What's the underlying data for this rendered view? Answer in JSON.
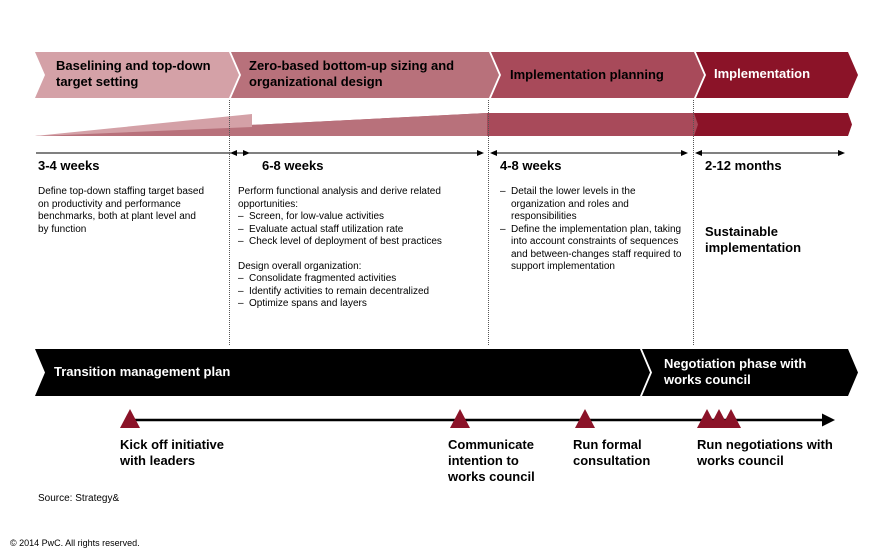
{
  "phases": [
    {
      "title": "Baselining and top-down target setting",
      "color": "#d4a1a7"
    },
    {
      "title": "Zero-based bottom-up sizing and organizational design",
      "color": "#b8717b"
    },
    {
      "title": "Implementation planning",
      "color": "#a84a5a"
    },
    {
      "title": "Implementation",
      "color": "#8b1328"
    }
  ],
  "durations": [
    "3-4 weeks",
    "6-8 weeks",
    "4-8 weeks",
    "2-12 months"
  ],
  "col1": {
    "text": "Define top-down staffing target based on productivity and performance benchmarks, both at plant level and by function"
  },
  "col2": {
    "intro": "Perform functional analysis and derive related opportunities:",
    "items1": [
      "Screen, for low-value activities",
      "Evaluate actual staff utilization rate",
      "Check level of deployment of best practices"
    ],
    "intro2": "Design overall organization:",
    "items2": [
      "Consolidate fragmented activities",
      "Identify activities to remain decentralized",
      "Optimize spans and layers"
    ]
  },
  "col3": {
    "items": [
      "Detail the lower levels in the organization and roles and responsibilities",
      "Define the implementation plan, taking into account constraints of sequences and between-changes staff required to support implementation"
    ]
  },
  "col4": {
    "text": "Sustainable implementation"
  },
  "bottom_bar": {
    "left": "Transition management plan",
    "right": "Negotiation phase with works council"
  },
  "milestones": [
    {
      "label": "Kick off initiative with leaders"
    },
    {
      "label": "Communicate intention to works council"
    },
    {
      "label": "Run formal consultation"
    },
    {
      "label": "Run negotiations with works council"
    }
  ],
  "source": "Source: Strategy&",
  "copyright": "© 2014 PwC. All rights reserved."
}
